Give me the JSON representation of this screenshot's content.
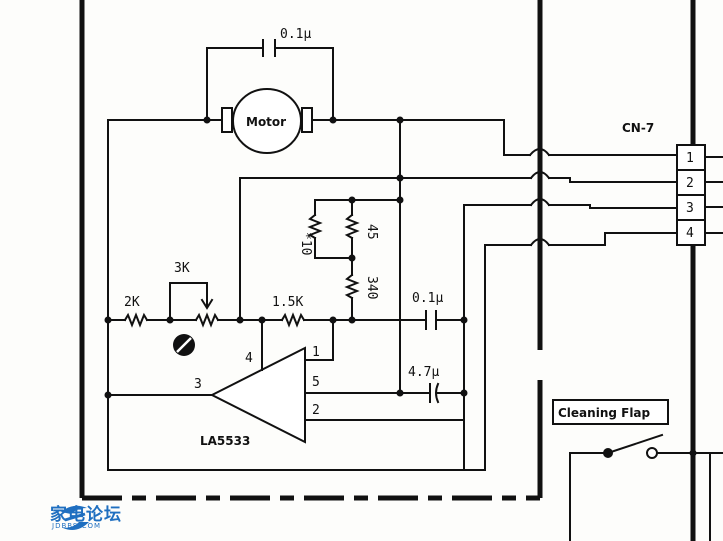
{
  "labels": {
    "cap_top": "0.1μ",
    "motor": "Motor",
    "connector": "CN-7",
    "pin1": "1",
    "pin2": "2",
    "pin3": "3",
    "pin4": "4",
    "r_2k": "2K",
    "r_3k": "3K",
    "r_1_5k": "1.5K",
    "r_10": "*10",
    "r_45": "45",
    "r_340": "340",
    "cap_mid": "0.1μ",
    "cap_47": "4.7μ",
    "ic_pin1": "1",
    "ic_pin2": "2",
    "ic_pin3": "3",
    "ic_pin4": "4",
    "ic_pin5": "5",
    "ic": "LA5533",
    "cleaning_flap": "Cleaning Flap"
  },
  "watermark": {
    "text": "家电论坛",
    "sub": "JDBBS.COM",
    "color": "#1f6fc0"
  }
}
